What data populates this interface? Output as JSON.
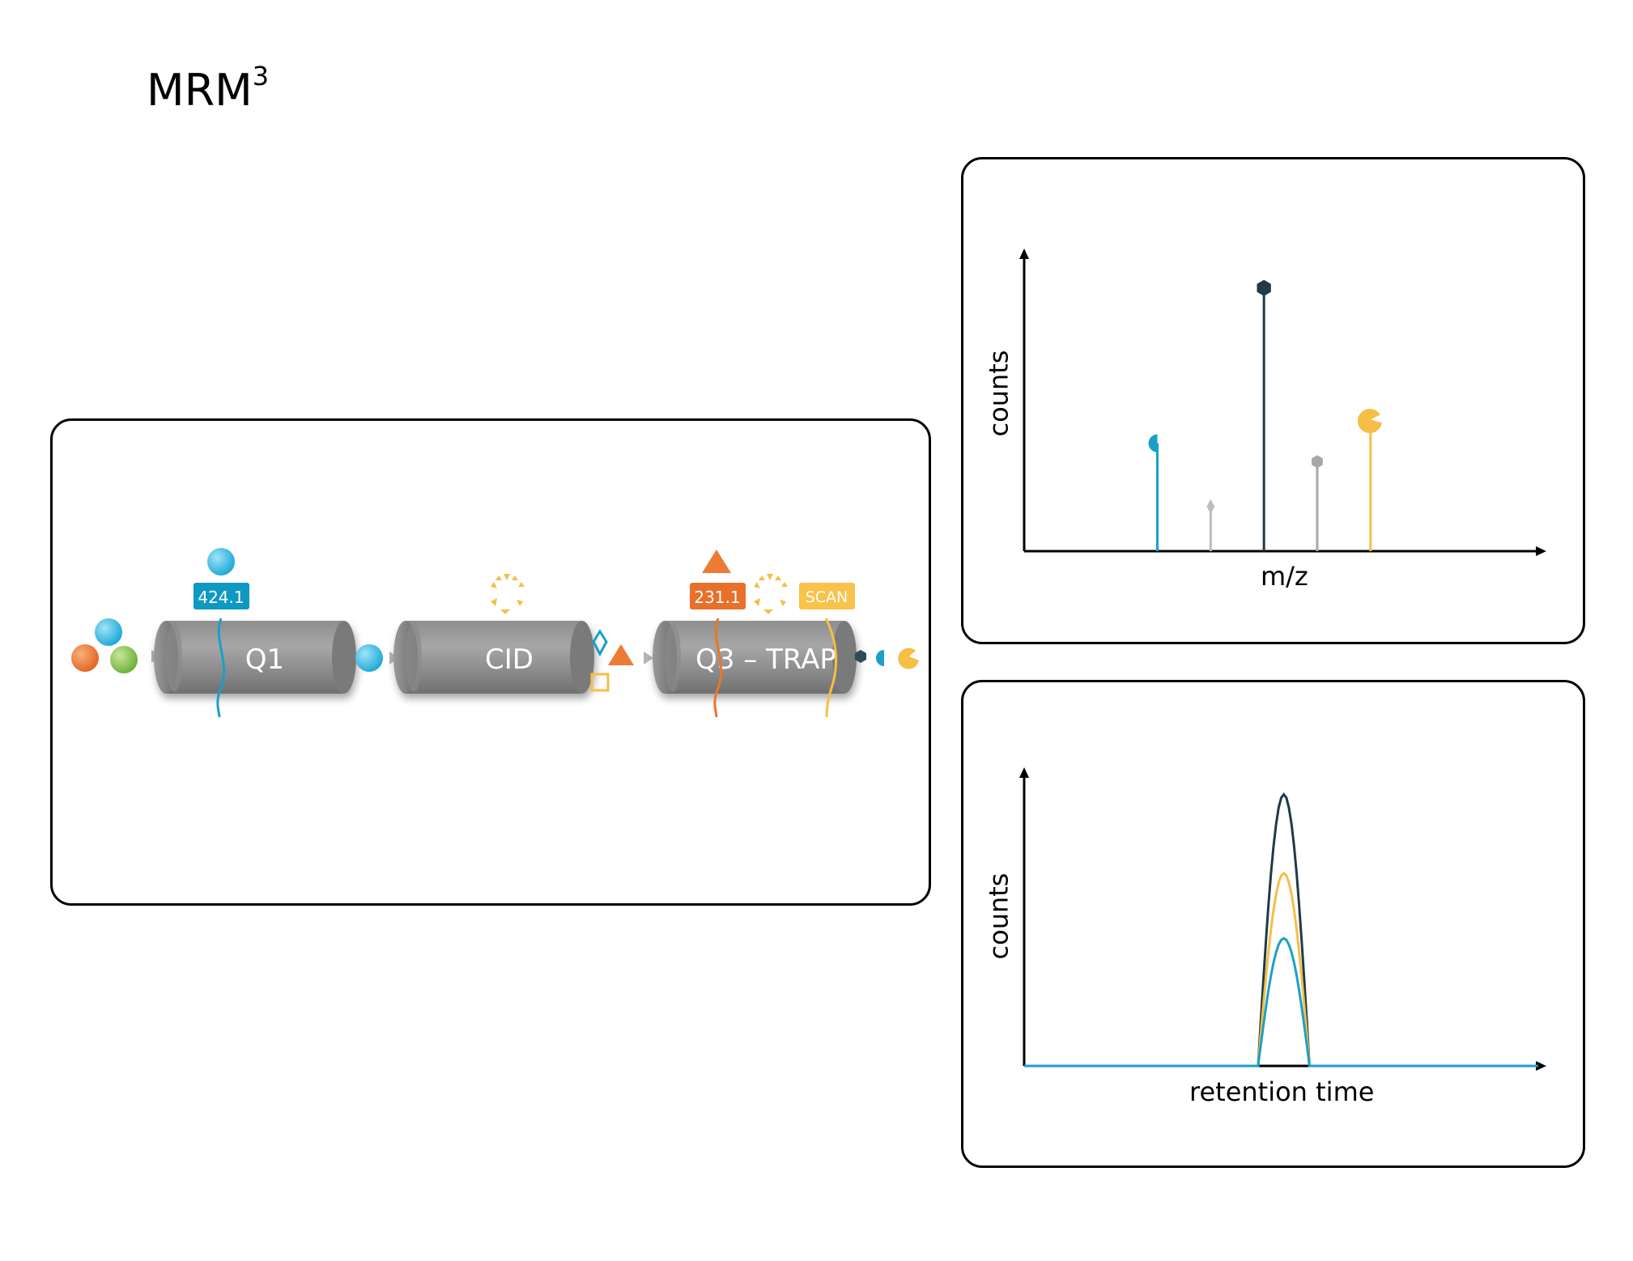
{
  "title": {
    "main": "MRM",
    "superscript": "3"
  },
  "instrument": {
    "stages": [
      {
        "label": "Q1",
        "tag": "424.1"
      },
      {
        "label": "CID",
        "tag": ""
      },
      {
        "label": "Q3 – TRAP",
        "tags": [
          "231.1",
          "SCAN"
        ]
      }
    ]
  },
  "colors": {
    "blue": "#1aa0c8",
    "cyan": "#4cc3e6",
    "orange": "#e8762c",
    "green": "#7bc043",
    "yellow": "#f6be46",
    "dark": "#1f3a48",
    "gray": "#b0b0b0",
    "tag_blue": "#0f99c2",
    "tag_orange": "#e8702a",
    "tag_yellow": "#f9c24a"
  },
  "spectrum": {
    "xlabel": "m/z",
    "ylabel": "counts",
    "chart_data": {
      "type": "bar",
      "x": [
        1,
        2,
        3,
        4,
        5
      ],
      "values": [
        0.41,
        0.17,
        1.0,
        0.34,
        0.5
      ],
      "ylim": [
        0,
        1.15
      ],
      "xlim": [
        -1.5,
        8.3
      ],
      "xlabel": "m/z",
      "ylabel": "counts",
      "series_colors": [
        "#1aa0c8",
        "#bdbdbd",
        "#1f3a48",
        "#a8a8a8",
        "#f6be46"
      ],
      "markers": [
        "half-circle",
        "diamond",
        "hexagon",
        "hexagon",
        "pacman"
      ]
    }
  },
  "chromatogram": {
    "xlabel": "retention time",
    "ylabel": "counts",
    "chart_data": {
      "type": "line",
      "xlim": [
        0,
        10
      ],
      "ylim": [
        0,
        1.1
      ],
      "peak_center": 5.05,
      "peak_halfwidth": 0.5,
      "series": [
        {
          "color": "#1f3a48",
          "height": 1.0
        },
        {
          "color": "#f6be46",
          "height": 0.71
        },
        {
          "color": "#1aa0c8",
          "height": 0.47
        }
      ]
    }
  }
}
